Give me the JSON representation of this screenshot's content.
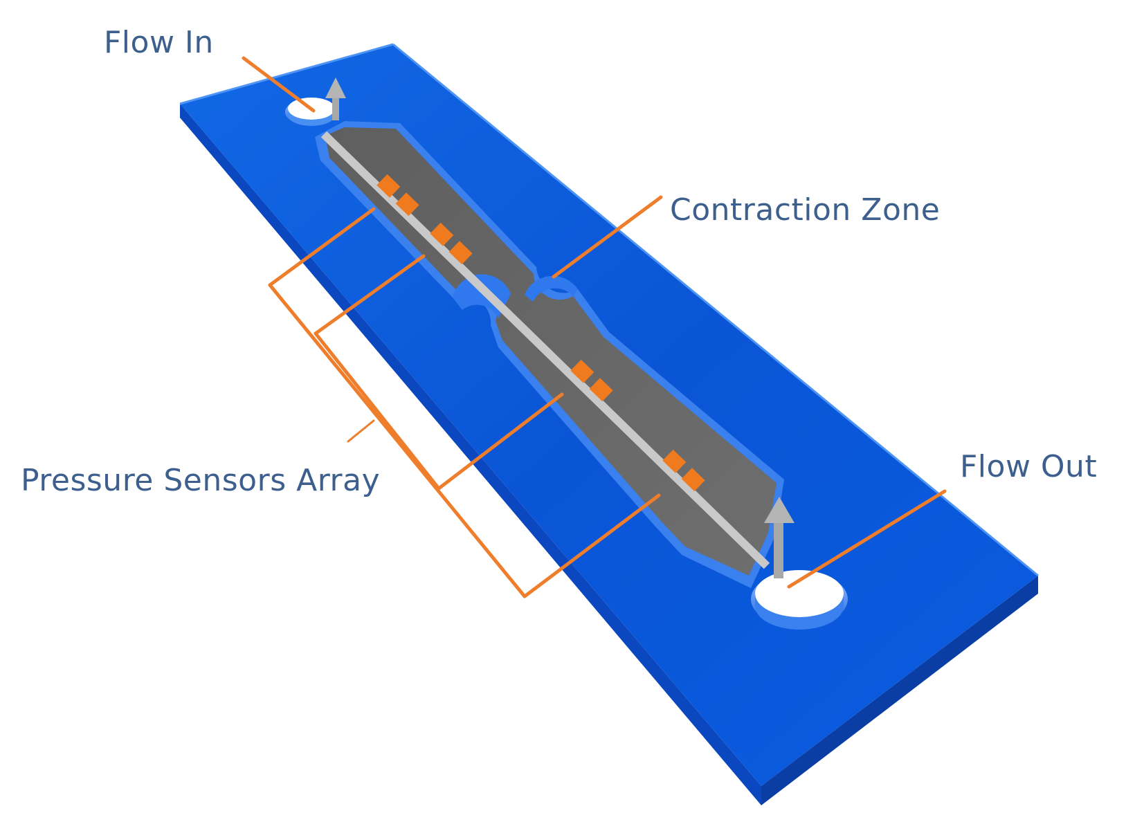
{
  "labels": {
    "flow_in": "Flow In",
    "contraction_zone": "Contraction Zone",
    "pressure_sensors_array": "Pressure Sensors Array",
    "flow_out": "Flow Out"
  },
  "components": {
    "chip_substrate": "chip-substrate",
    "channel": "microfluidic-channel",
    "inlet": "inlet-port",
    "outlet": "outlet-port",
    "sensors": [
      "pressure-sensor-1",
      "pressure-sensor-2",
      "pressure-sensor-3",
      "pressure-sensor-4"
    ]
  },
  "colors": {
    "chip_top": "#0a55d6",
    "chip_edge_dark": "#0b3fa8",
    "chip_edge_light": "#3f86f0",
    "channel_floor": "#707070",
    "channel_wall": "#2f78ee",
    "centerline": "#bdbdbd",
    "sensor": "#f07a1e",
    "leader_line": "#ee7d2c",
    "label_text": "#3d5f8e",
    "hole": "#ffffff"
  }
}
